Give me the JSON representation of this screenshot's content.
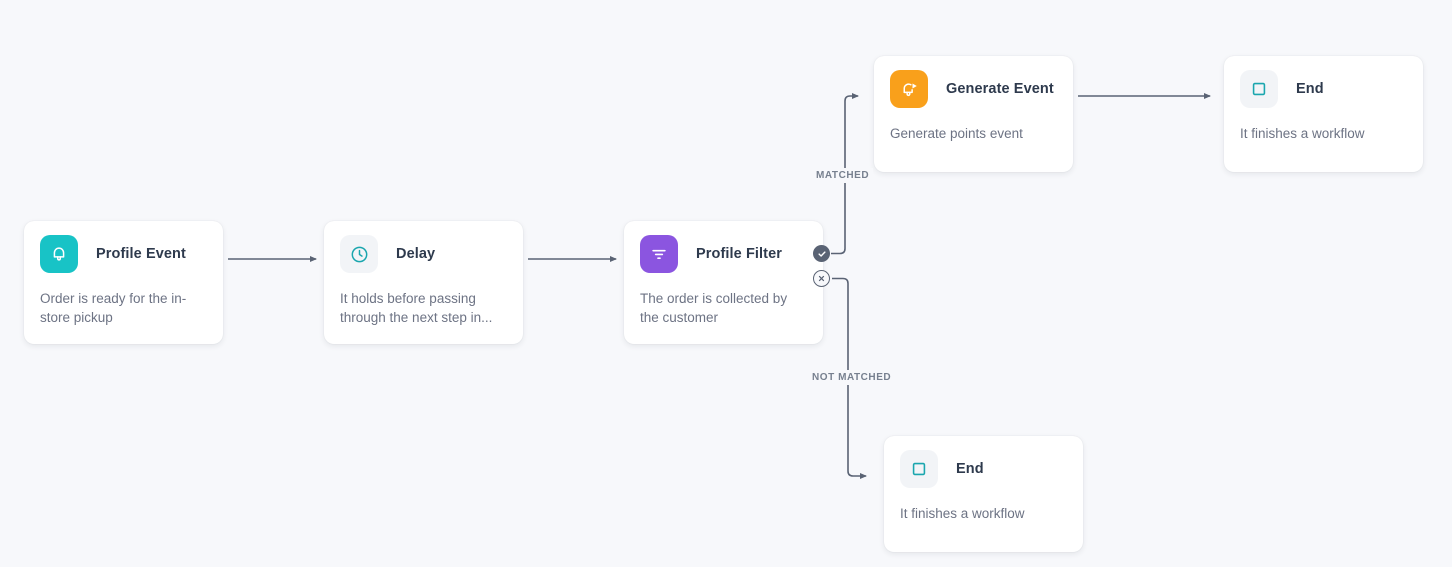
{
  "canvas": {
    "background_color": "#f7f8fb",
    "edge_color": "#5a6374"
  },
  "nodes": [
    {
      "id": "profile-event",
      "title": "Profile Event",
      "description": "Order is ready for the in-store pickup",
      "icon": "bell-icon",
      "icon_style": "teal",
      "icon_color": "#18c3c6"
    },
    {
      "id": "delay",
      "title": "Delay",
      "description": "It holds before passing through the next step in...",
      "icon": "clock-icon",
      "icon_style": "grey",
      "icon_color": "#1aa6ae"
    },
    {
      "id": "profile-filter",
      "title": "Profile Filter",
      "description": "The order is collected by the customer",
      "icon": "filter-icon",
      "icon_style": "purple",
      "icon_color": "#8b55e0"
    },
    {
      "id": "generate-event",
      "title": "Generate Event",
      "description": "Generate points event",
      "icon": "bell-play-icon",
      "icon_style": "orange",
      "icon_color": "#f9a01b"
    },
    {
      "id": "end-top",
      "title": "End",
      "description": "It finishes a workflow",
      "icon": "stop-square-icon",
      "icon_style": "grey",
      "icon_color": "#1aa6ae"
    },
    {
      "id": "end-bottom",
      "title": "End",
      "description": "It finishes a workflow",
      "icon": "stop-square-icon",
      "icon_style": "grey",
      "icon_color": "#1aa6ae"
    }
  ],
  "branches": {
    "matched": {
      "label": "MATCHED",
      "badge": "check-icon"
    },
    "not_matched": {
      "label": "NOT MATCHED",
      "badge": "close-icon"
    }
  }
}
